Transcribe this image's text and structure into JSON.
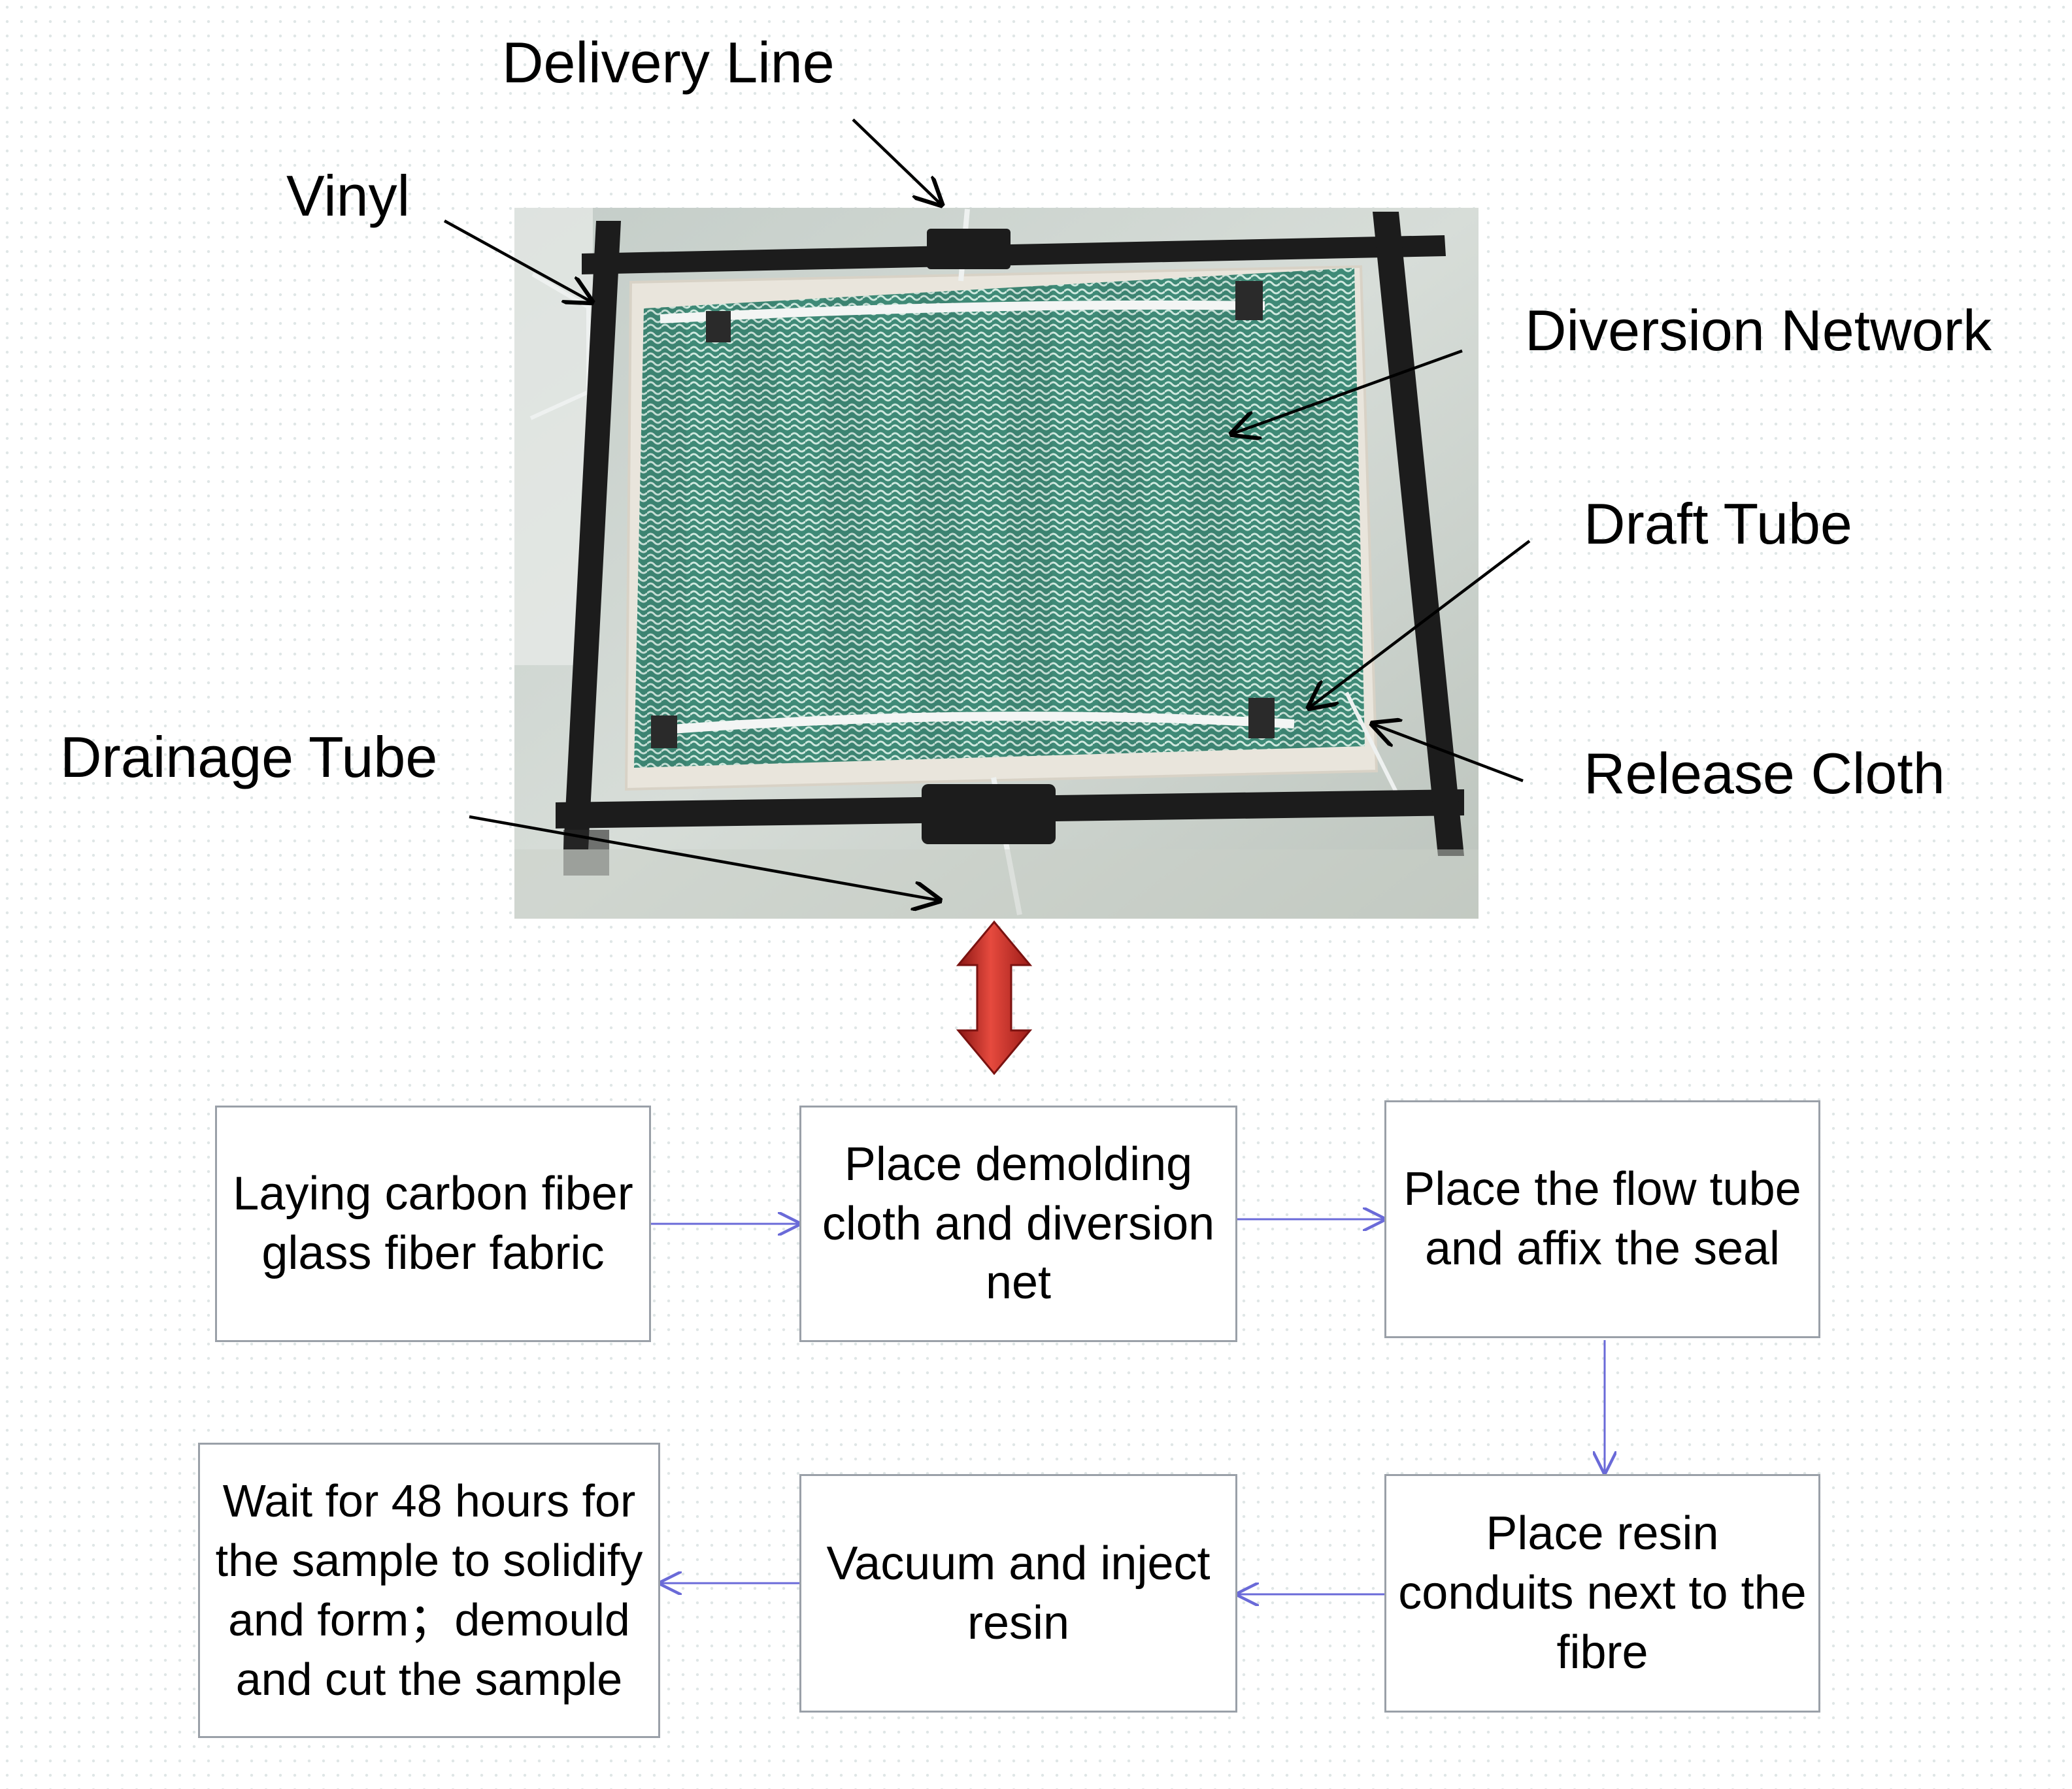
{
  "labels": {
    "delivery_line": "Delivery Line",
    "vinyl": "Vinyl",
    "diversion_network": "Diversion Network",
    "draft_tube": "Draft Tube",
    "drainage_tube": "Drainage Tube",
    "release_cloth": "Release Cloth"
  },
  "steps": [
    "Laying carbon fiber glass fiber fabric",
    "Place demolding cloth and diversion net",
    "Place the flow tube and affix the seal",
    "Place resin conduits next to the fibre",
    "Vacuum and inject resin",
    "Wait for 48 hours for the sample to solidify and form；demould and cut the sample"
  ],
  "colors": {
    "flow_arrow": "#6a6ad8",
    "box_border": "#9aa0a8",
    "double_arrow": "#d8322e",
    "mesh": "#3d8a76",
    "frame": "#1c1c1c"
  }
}
